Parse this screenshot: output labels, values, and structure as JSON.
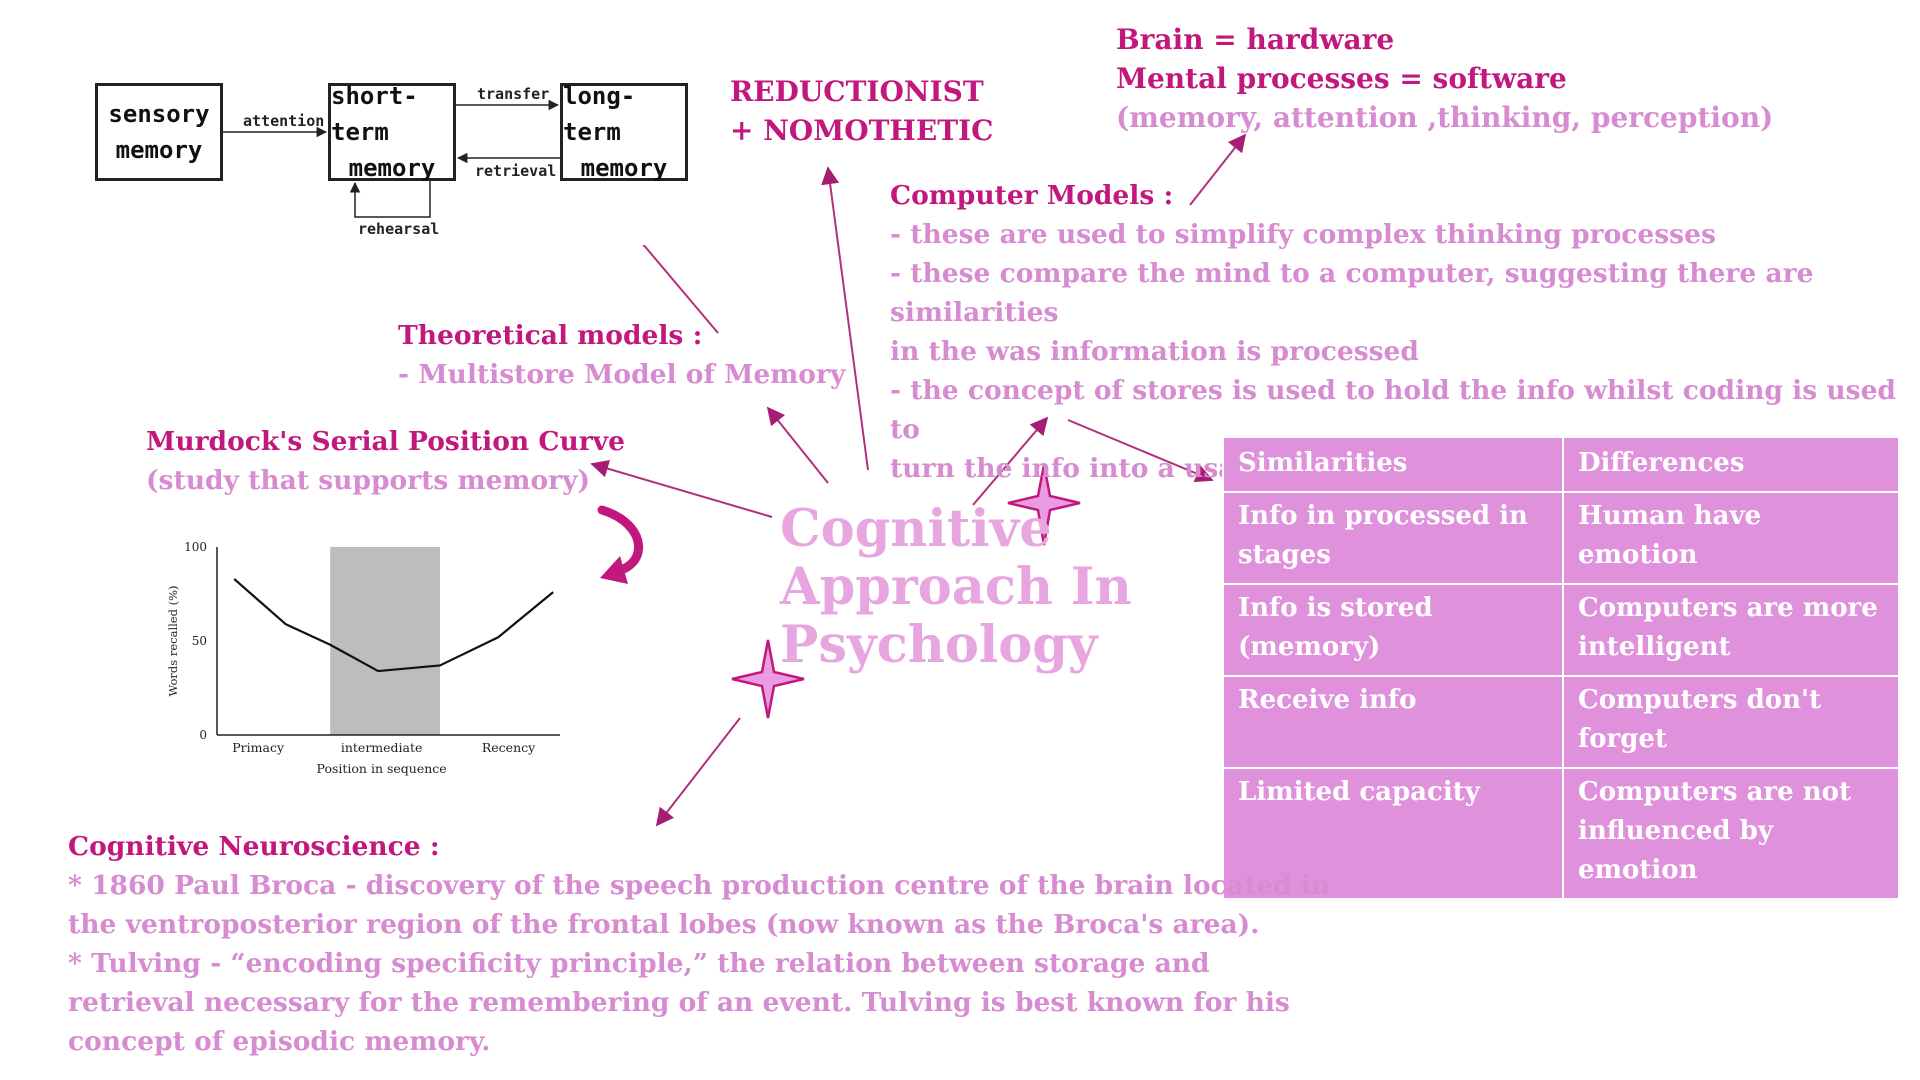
{
  "multistore": {
    "sensory": [
      "sensory",
      "memory"
    ],
    "short_term": [
      "short-term",
      "memory"
    ],
    "long_term": [
      "long-term",
      "memory"
    ],
    "attention": "attention",
    "transfer": "transfer",
    "retrieval": "retrieval",
    "rehearsal": "rehearsal"
  },
  "reductionist": [
    "REDUCTIONIST",
    "+ NOMOTHETIC"
  ],
  "brain": {
    "line1": "Brain = hardware",
    "line2": "Mental processes = software",
    "line3": "(memory, attention ,thinking, perception)"
  },
  "computer_models": {
    "title": "Computer Models :",
    "lines": [
      "- these are used to simplify complex thinking processes",
      "- these compare the mind to a computer, suggesting there are similarities",
      "in the was  information is processed",
      "- the concept of stores is used to hold the info whilst coding is used to",
      "turn the info into a usable format"
    ]
  },
  "theoretical": {
    "title": "Theoretical models :",
    "line": "- Multistore Model of Memory"
  },
  "murdock": {
    "title": "Murdock's Serial Position Curve",
    "subtitle": "(study that supports memory)"
  },
  "center_title": [
    "Cognitive",
    "Approach In",
    "Psychology"
  ],
  "chart_data": {
    "type": "line",
    "ylabel": "Words recalled (%)",
    "xlabel": "Position in sequence",
    "ylim": [
      0,
      100
    ],
    "yticks": [
      "0",
      "50",
      "100"
    ],
    "categories": [
      "Primacy",
      "intermediate",
      "Recency"
    ],
    "x": [
      0.05,
      0.2,
      0.33,
      0.47,
      0.65,
      0.82,
      0.98
    ],
    "values": [
      83,
      59,
      48,
      34,
      37,
      52,
      76
    ],
    "shaded_band": [
      0.33,
      0.65
    ]
  },
  "table": {
    "headers": [
      "Similarities",
      "Differences"
    ],
    "rows": [
      [
        "Info in processed in stages",
        "Human have emotion"
      ],
      [
        "Info is stored (memory)",
        "Computers are more intelligent"
      ],
      [
        "Receive info",
        "Computers don't forget"
      ],
      [
        "Limited capacity",
        "Computers are not influenced by emotion"
      ]
    ]
  },
  "neuro": {
    "title": "Cognitive Neuroscience :",
    "lines": [
      "* 1860 Paul Broca -   discovery of the speech production centre of the brain located in",
      "the ventroposterior region of the frontal lobes (now known as the Broca's area).",
      "* Tulving - “encoding specificity principle,” the relation between storage and",
      "retrieval necessary for the remembering of an event. Tulving is best known for his",
      "concept of episodic memory."
    ]
  },
  "colors": {
    "dark_pink": "#c2187e",
    "light_pink": "#d78bd0",
    "table_pink": "#df91dc",
    "title_pink": "#e7a6e0"
  }
}
